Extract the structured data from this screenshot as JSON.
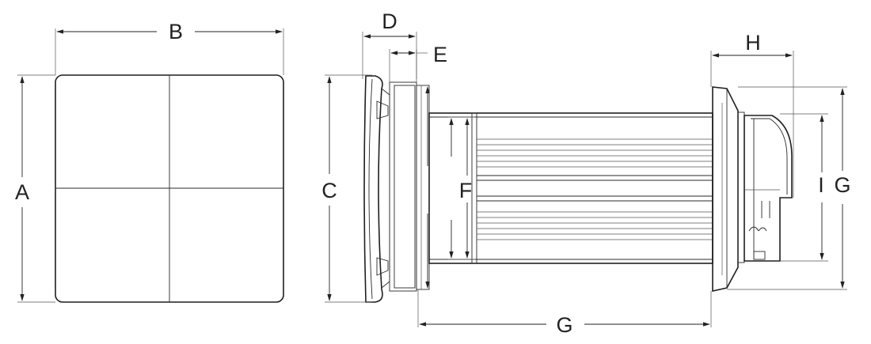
{
  "diagram": {
    "labels": {
      "a": "A",
      "b": "B",
      "c": "C",
      "d": "D",
      "e": "E",
      "f": "F",
      "g_bottom": "G",
      "h": "H",
      "i": "I",
      "g_right": "G"
    }
  },
  "colors": {
    "line": "#1f1f1f",
    "background": "#ffffff"
  }
}
